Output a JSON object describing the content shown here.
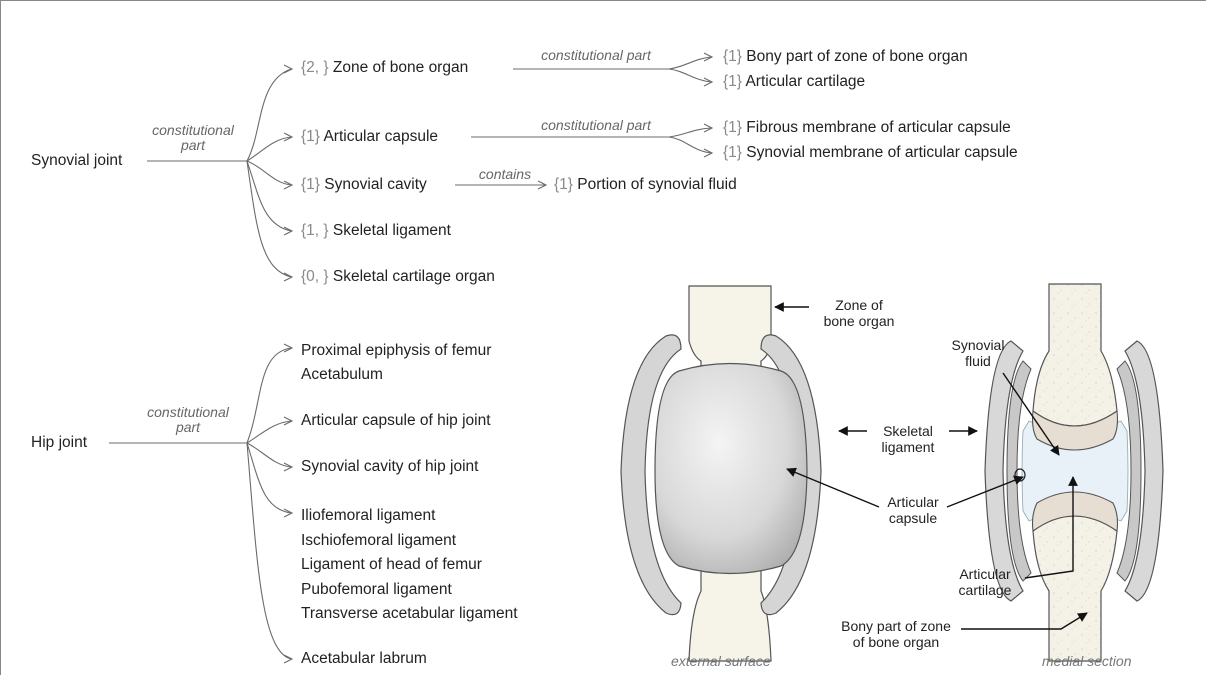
{
  "synovial": {
    "root": "Synovial joint",
    "rel_line1": "constitutional",
    "rel_line2": "part",
    "children": [
      {
        "card": "{2, }",
        "label": "Zone of bone organ"
      },
      {
        "card": "{1}",
        "label": "Articular capsule"
      },
      {
        "card": "{1}",
        "label": "Synovial cavity"
      },
      {
        "card": "{1, }",
        "label": "Skeletal ligament"
      },
      {
        "card": "{0, }",
        "label": "Skeletal cartilage organ"
      }
    ],
    "zone_rel": "constitutional part",
    "zone_parts": [
      {
        "card": "{1}",
        "label": "Bony part of zone of bone organ"
      },
      {
        "card": "{1}",
        "label": "Articular cartilage"
      }
    ],
    "capsule_rel": "constitutional part",
    "capsule_parts": [
      {
        "card": "{1}",
        "label": "Fibrous membrane of articular capsule"
      },
      {
        "card": "{1}",
        "label": "Synovial membrane of articular capsule"
      }
    ],
    "cavity_rel": "contains",
    "cavity_part": {
      "card": "{1}",
      "label": "Portion of synovial fluid"
    }
  },
  "hip": {
    "root": "Hip joint",
    "rel_line1": "constitutional",
    "rel_line2": "part",
    "groups": [
      [
        "Proximal epiphysis of femur",
        "Acetabulum"
      ],
      [
        "Articular capsule of hip joint"
      ],
      [
        "Synovial cavity of hip joint"
      ],
      [
        "Iliofemoral ligament",
        "Ischiofemoral ligament",
        "Ligament of head of femur",
        "Pubofemoral ligament",
        "Transverse acetabular ligament"
      ],
      [
        "Acetabular labrum"
      ]
    ]
  },
  "illustration": {
    "zone_label": [
      "Zone of",
      "bone organ"
    ],
    "ligament_label": [
      "Skeletal",
      "ligament"
    ],
    "capsule_label": [
      "Articular",
      "capsule"
    ],
    "fluid_label": [
      "Synovial",
      "fluid"
    ],
    "cartilage_label": [
      "Articular",
      "cartilage"
    ],
    "bony_label": [
      "Bony part of zone",
      "of bone organ"
    ],
    "caption_left": "external surface",
    "caption_right": "medial section"
  },
  "colors": {
    "line": "#6b6b6b",
    "bone": "#f6f3e8",
    "cartilage": "#e6ddd3",
    "capsule": "#d0d0d0",
    "fluid": "#e8f1f8"
  }
}
